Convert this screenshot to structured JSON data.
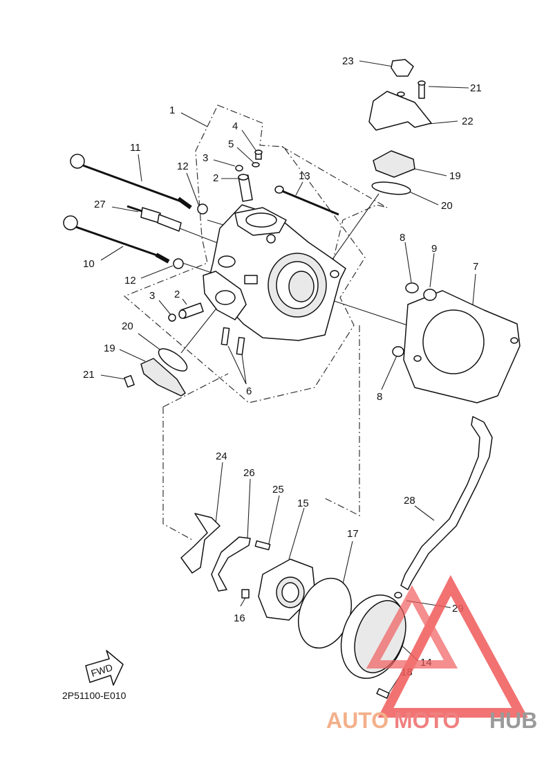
{
  "diagram": {
    "code": "2P51100-E010",
    "fwd_label": "FWD",
    "callouts": {
      "c1": "1",
      "c2a": "2",
      "c2b": "2",
      "c3a": "3",
      "c3b": "3",
      "c4": "4",
      "c5": "5",
      "c6": "6",
      "c7": "7",
      "c8a": "8",
      "c8b": "8",
      "c9": "9",
      "c10": "10",
      "c11": "11",
      "c12a": "12",
      "c12b": "12",
      "c13": "13",
      "c14": "14",
      "c15": "15",
      "c16": "16",
      "c17": "17",
      "c18": "18",
      "c19a": "19",
      "c19b": "19",
      "c20a": "20",
      "c20b": "20",
      "c21a": "21",
      "c21b": "21",
      "c22": "22",
      "c23": "23",
      "c24": "24",
      "c25": "25",
      "c26": "26",
      "c27": "27",
      "c28": "28",
      "c29": "29"
    }
  },
  "watermark": {
    "part1": "AUTO",
    "part2": "MOTO",
    "part3": "HUB",
    "colors": {
      "auto": "#f3b08a",
      "moto": "#f08080",
      "hub": "#9a9a9a",
      "logo": "#f05a5a"
    }
  }
}
